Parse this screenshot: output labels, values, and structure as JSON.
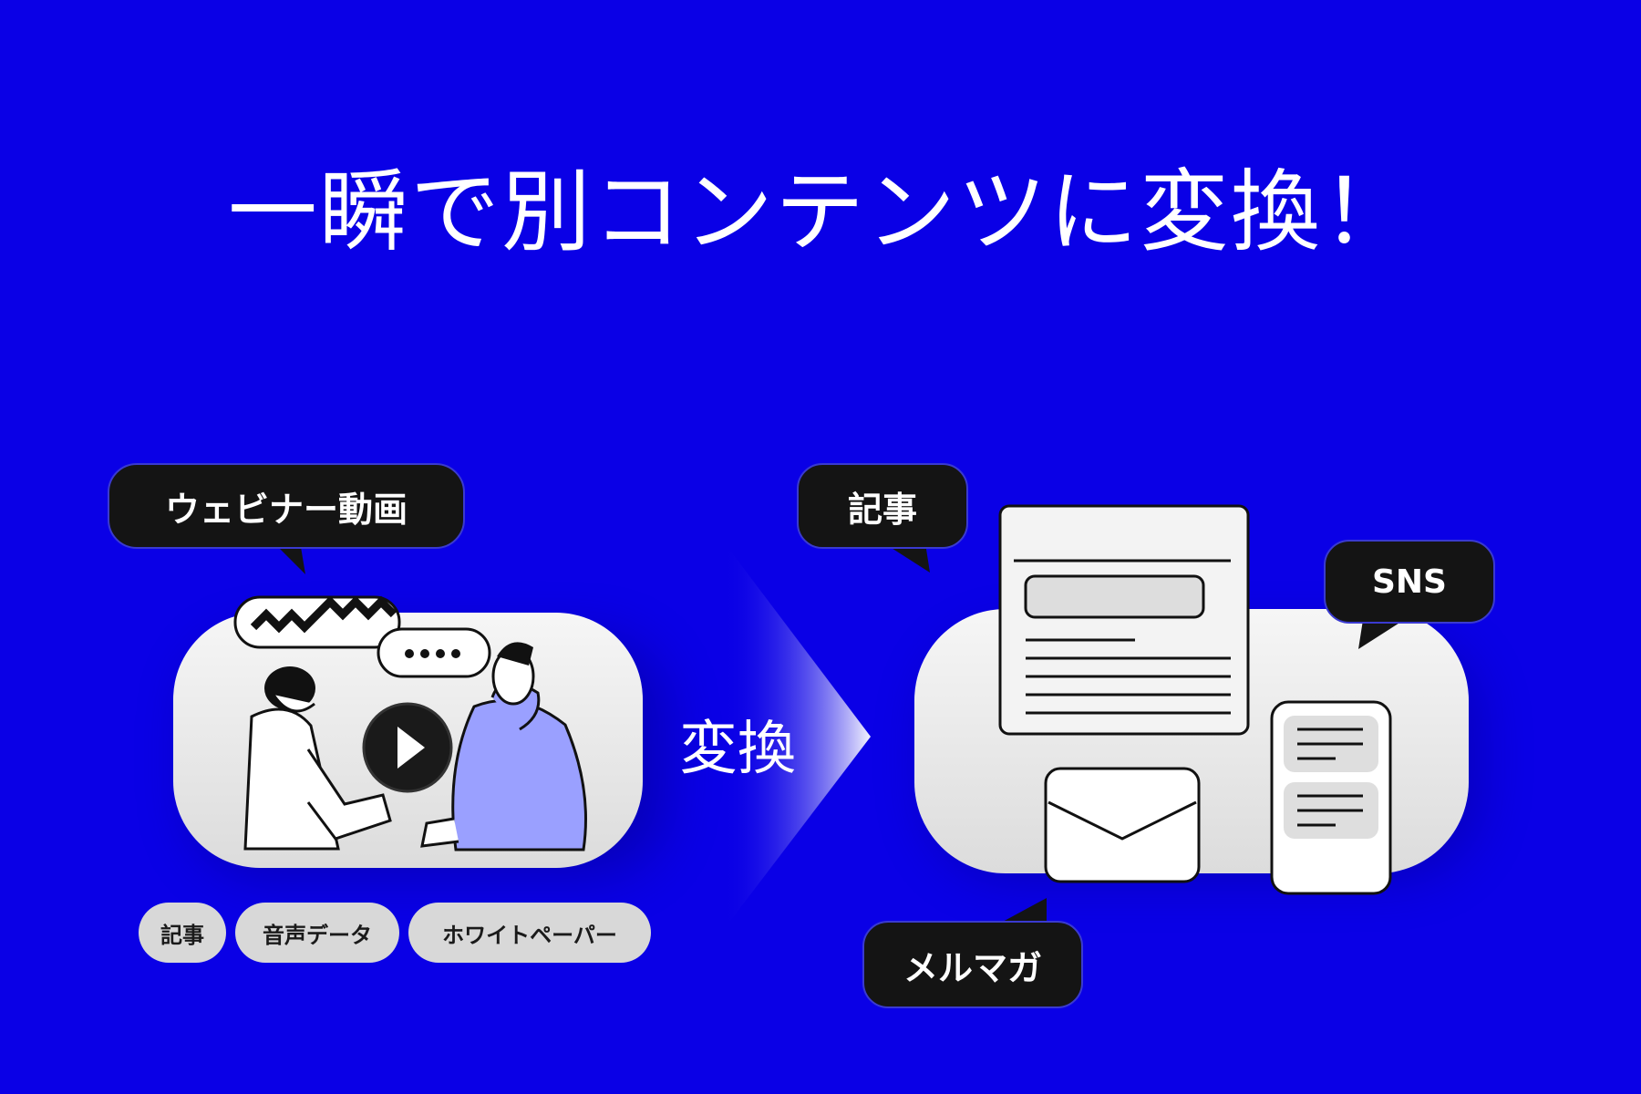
{
  "headline": "一瞬で別コンテンツに変換！",
  "convert_label": "変換",
  "source": {
    "bubble_label": "ウェビナー動画",
    "tags": [
      "記事",
      "音声データ",
      "ホワイトペーパー"
    ]
  },
  "outputs": {
    "article_label": "記事",
    "sns_label": "SNS",
    "newsletter_label": "メルマガ"
  },
  "colors": {
    "background": "#0a00e6",
    "bubble": "#141414",
    "tag": "#d8d8d8",
    "card": "#ebebeb",
    "accent_person": "#9aa0ff"
  }
}
